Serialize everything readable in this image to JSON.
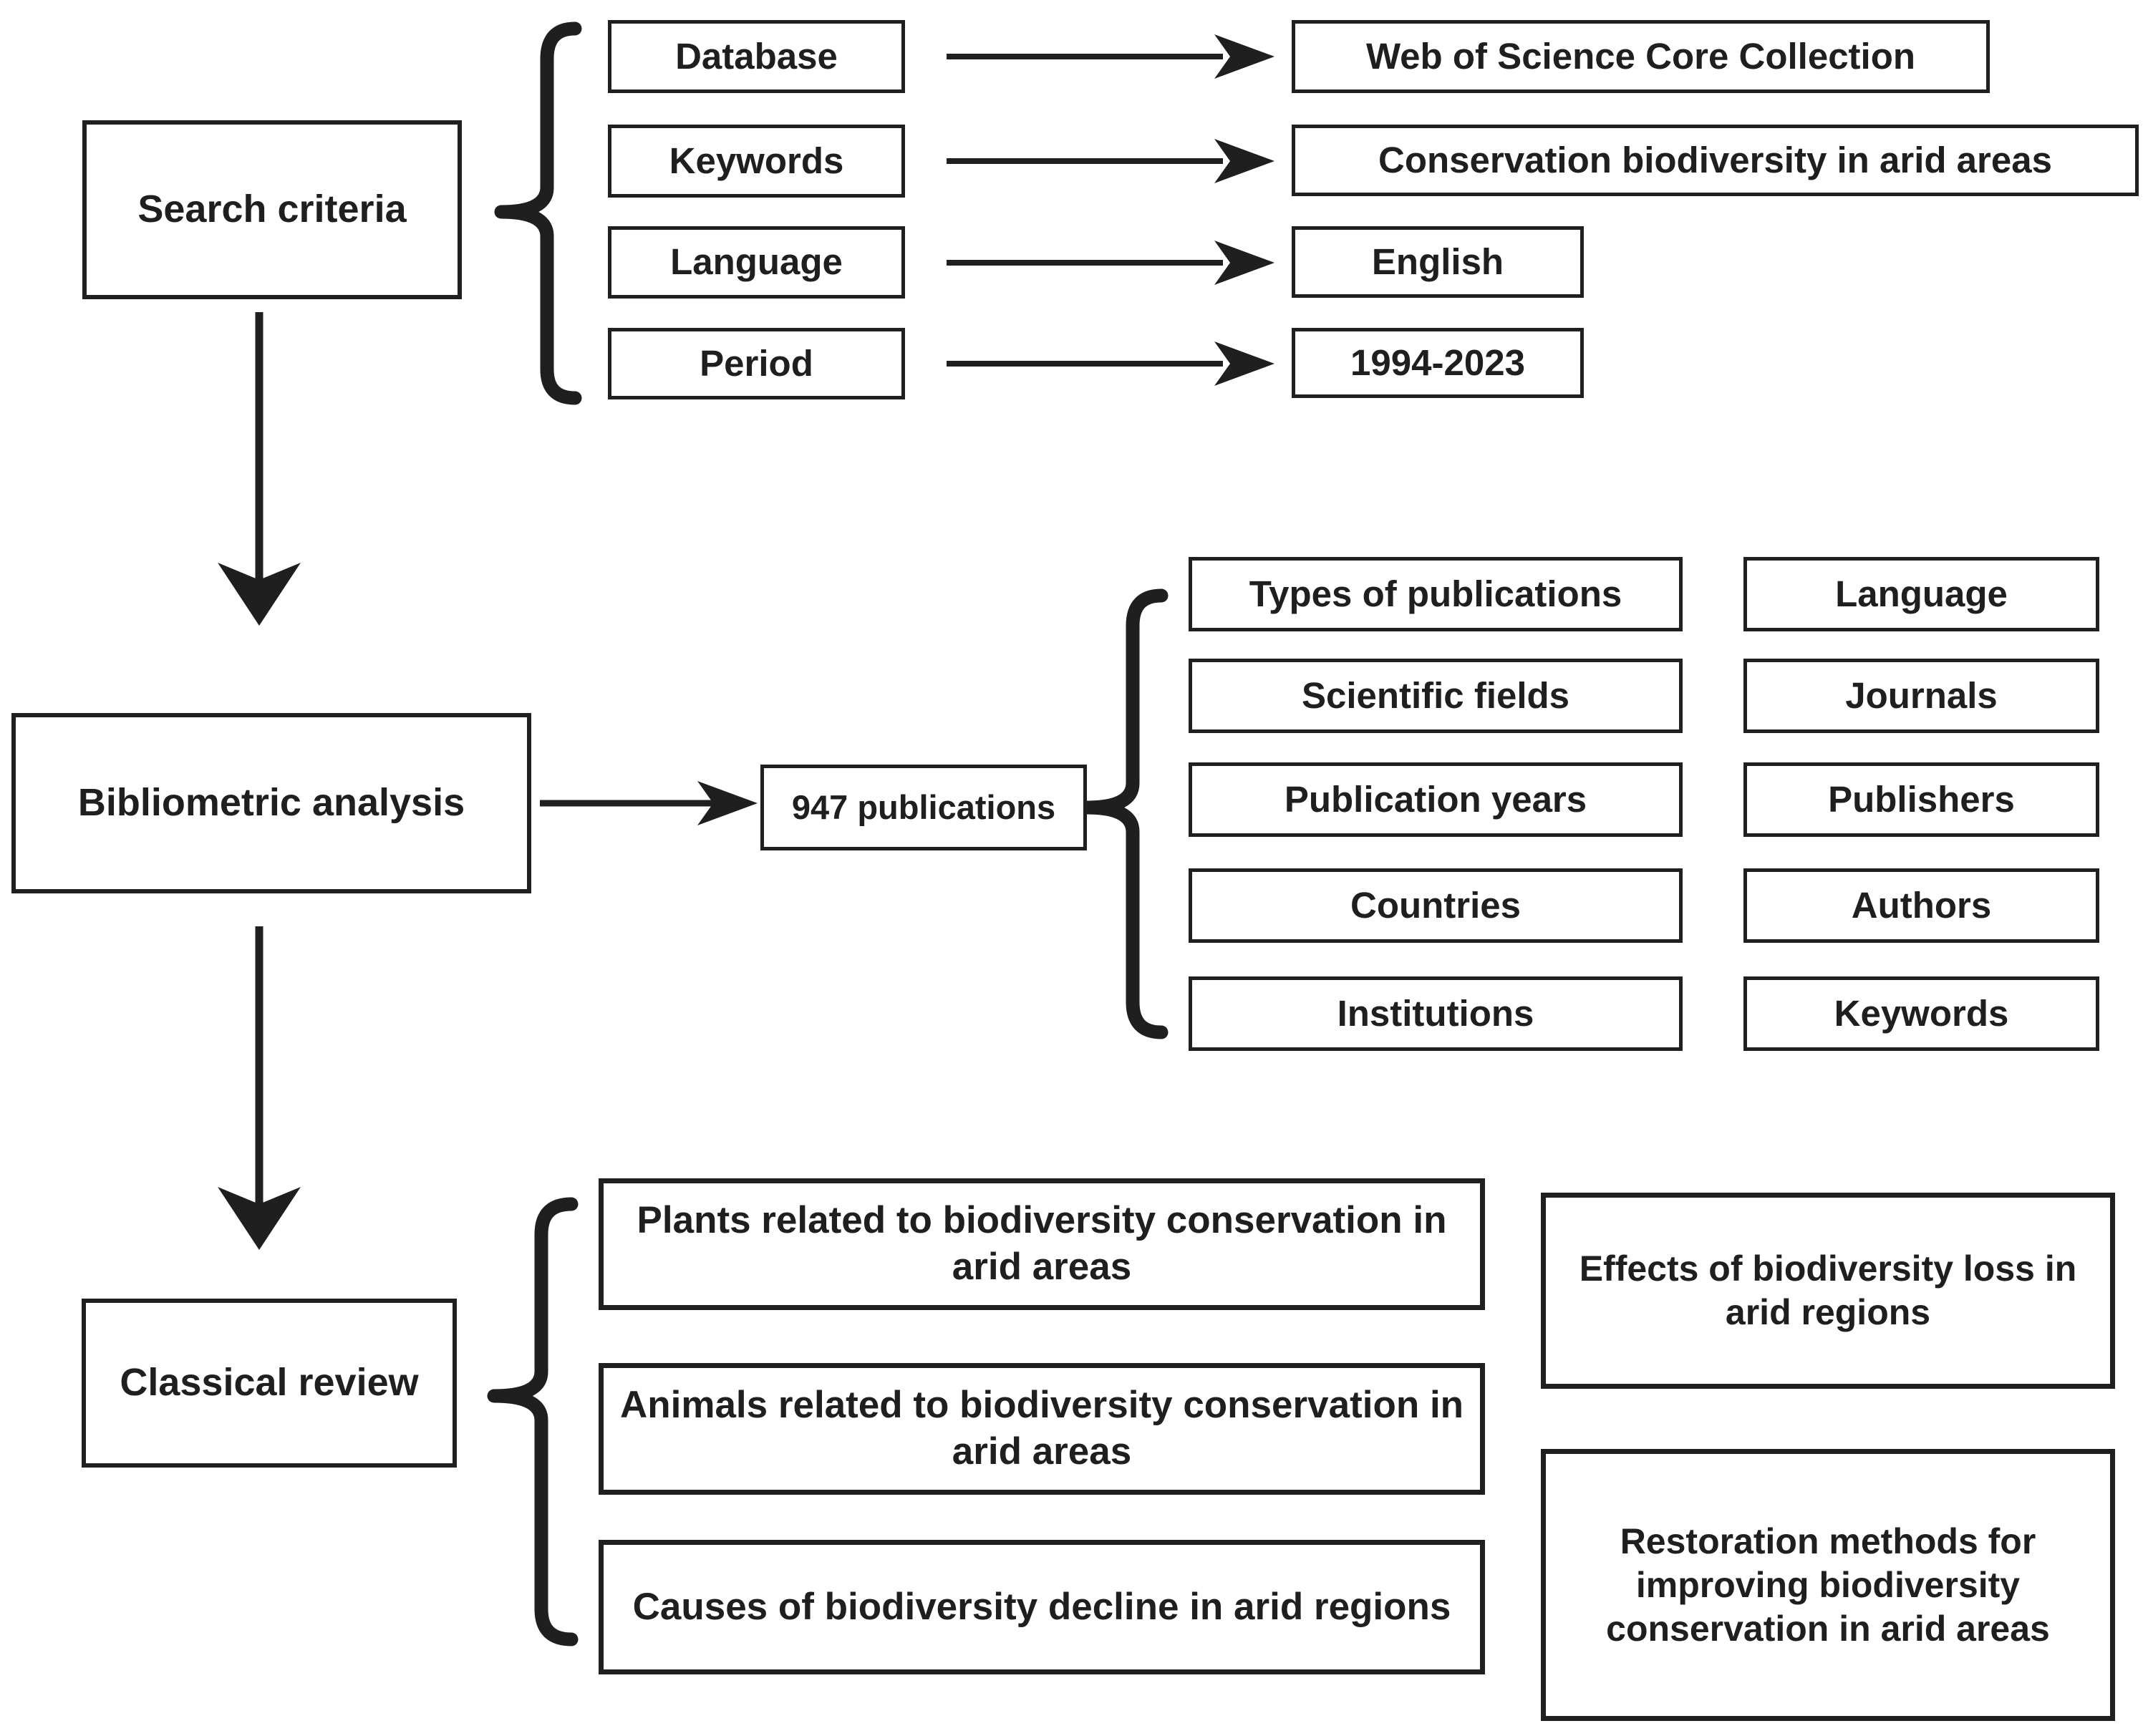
{
  "figure": {
    "colors": {
      "ink": "#1f1f1f",
      "background": "#ffffff"
    },
    "search": {
      "title": "Search criteria",
      "criteria": [
        {
          "label": "Database",
          "value": "Web of Science Core Collection"
        },
        {
          "label": "Keywords",
          "value": "Conservation biodiversity in arid areas"
        },
        {
          "label": "Language",
          "value": "English"
        },
        {
          "label": "Period",
          "value": "1994-2023"
        }
      ]
    },
    "bibliometric": {
      "title": "Bibliometric analysis",
      "result": "947 publications",
      "aspects_left": [
        "Types of publications",
        "Scientific fields",
        "Publication years",
        "Countries",
        "Institutions"
      ],
      "aspects_right": [
        "Language",
        "Journals",
        "Publishers",
        "Authors",
        "Keywords"
      ]
    },
    "classical": {
      "title": "Classical review",
      "topics": [
        "Plants related to biodiversity conservation in arid areas",
        "Animals related to biodiversity conservation in arid areas",
        "Causes of biodiversity decline in arid regions"
      ],
      "side_topics": [
        "Effects of biodiversity loss in arid regions",
        "Restoration methods for improving  biodiversity conservation in arid areas"
      ]
    }
  }
}
